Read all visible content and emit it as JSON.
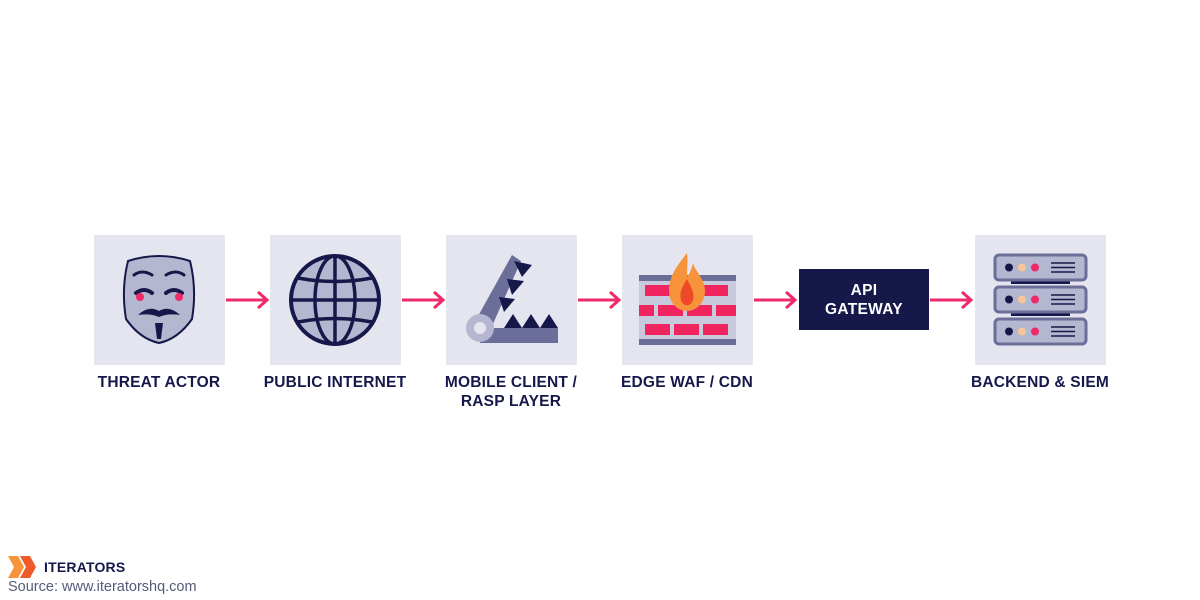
{
  "colors": {
    "navy": "#16184a",
    "tile_bg": "#e5e5f0",
    "arrow": "#ee2a6b",
    "brick": "#f0245f",
    "flame": "#f7933a"
  },
  "nodes": [
    {
      "label": "THREAT ACTOR",
      "icon": "mask-icon"
    },
    {
      "label": "PUBLIC INTERNET",
      "icon": "globe-icon"
    },
    {
      "label": "MOBILE CLIENT /\nRASP LAYER",
      "icon": "trap-icon"
    },
    {
      "label": "EDGE WAF / CDN",
      "icon": "firewall-icon"
    },
    {
      "label": "API\nGATEWAY",
      "icon": ""
    },
    {
      "label": "BACKEND & SIEM",
      "icon": "server-rack-icon"
    }
  ],
  "brand": {
    "name": "ITERATORS",
    "logo": "iterators-logo-icon"
  },
  "source": "Source: www.iteratorshq.com"
}
